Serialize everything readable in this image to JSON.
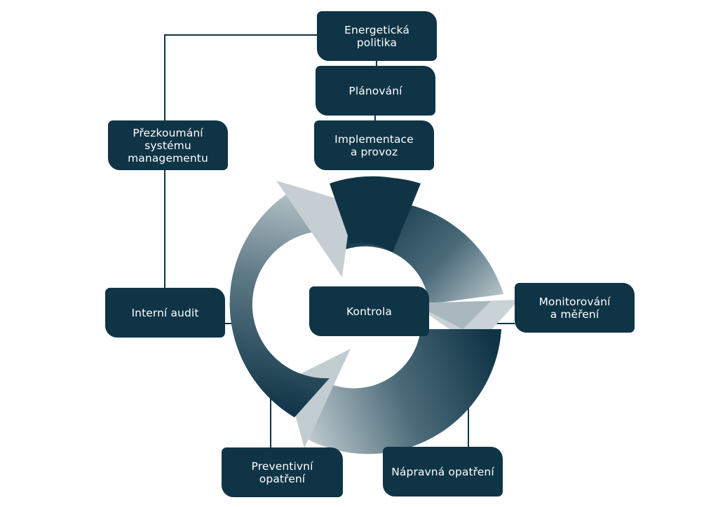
{
  "diagram": {
    "energy_policy": "Energetická\npolitika",
    "planning": "Plánování",
    "implementation": "Implementace\na provoz",
    "management_review": "Přezkoumání\nsystému\nmanagementu",
    "internal_audit": "Interní audit",
    "checking": "Kontrola",
    "monitoring": "Monitorování\na měření",
    "preventive_action": "Preventivní opatření",
    "corrective_action": "Nápravná opatření"
  },
  "colors": {
    "box": "#0f3446",
    "cycle_dark": "#0f3446",
    "cycle_light": "#c2cdd1"
  }
}
